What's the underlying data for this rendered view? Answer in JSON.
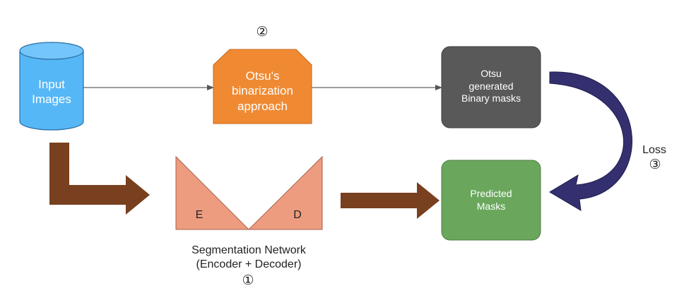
{
  "nodes": {
    "input": {
      "label": "Input\nImages",
      "color": "#56b7f7"
    },
    "otsu": {
      "label": "Otsu's\nbinarization\napproach",
      "step": "②",
      "color": "#ef8a33"
    },
    "binary": {
      "label": "Otsu\ngenerated\nBinary masks",
      "color": "#595959"
    },
    "network": {
      "encoder_label": "E",
      "decoder_label": "D",
      "caption": "Segmentation Network\n(Encoder + Decoder)",
      "step": "①",
      "color": "#ee9c80"
    },
    "predicted": {
      "label": "Predicted\nMasks",
      "color": "#6aa75d"
    }
  },
  "edges": {
    "loss": {
      "label": "Loss",
      "step": "③",
      "color": "#34306f"
    },
    "thick_arrow_color": "#78401f",
    "thin_line_color": "#666666"
  }
}
